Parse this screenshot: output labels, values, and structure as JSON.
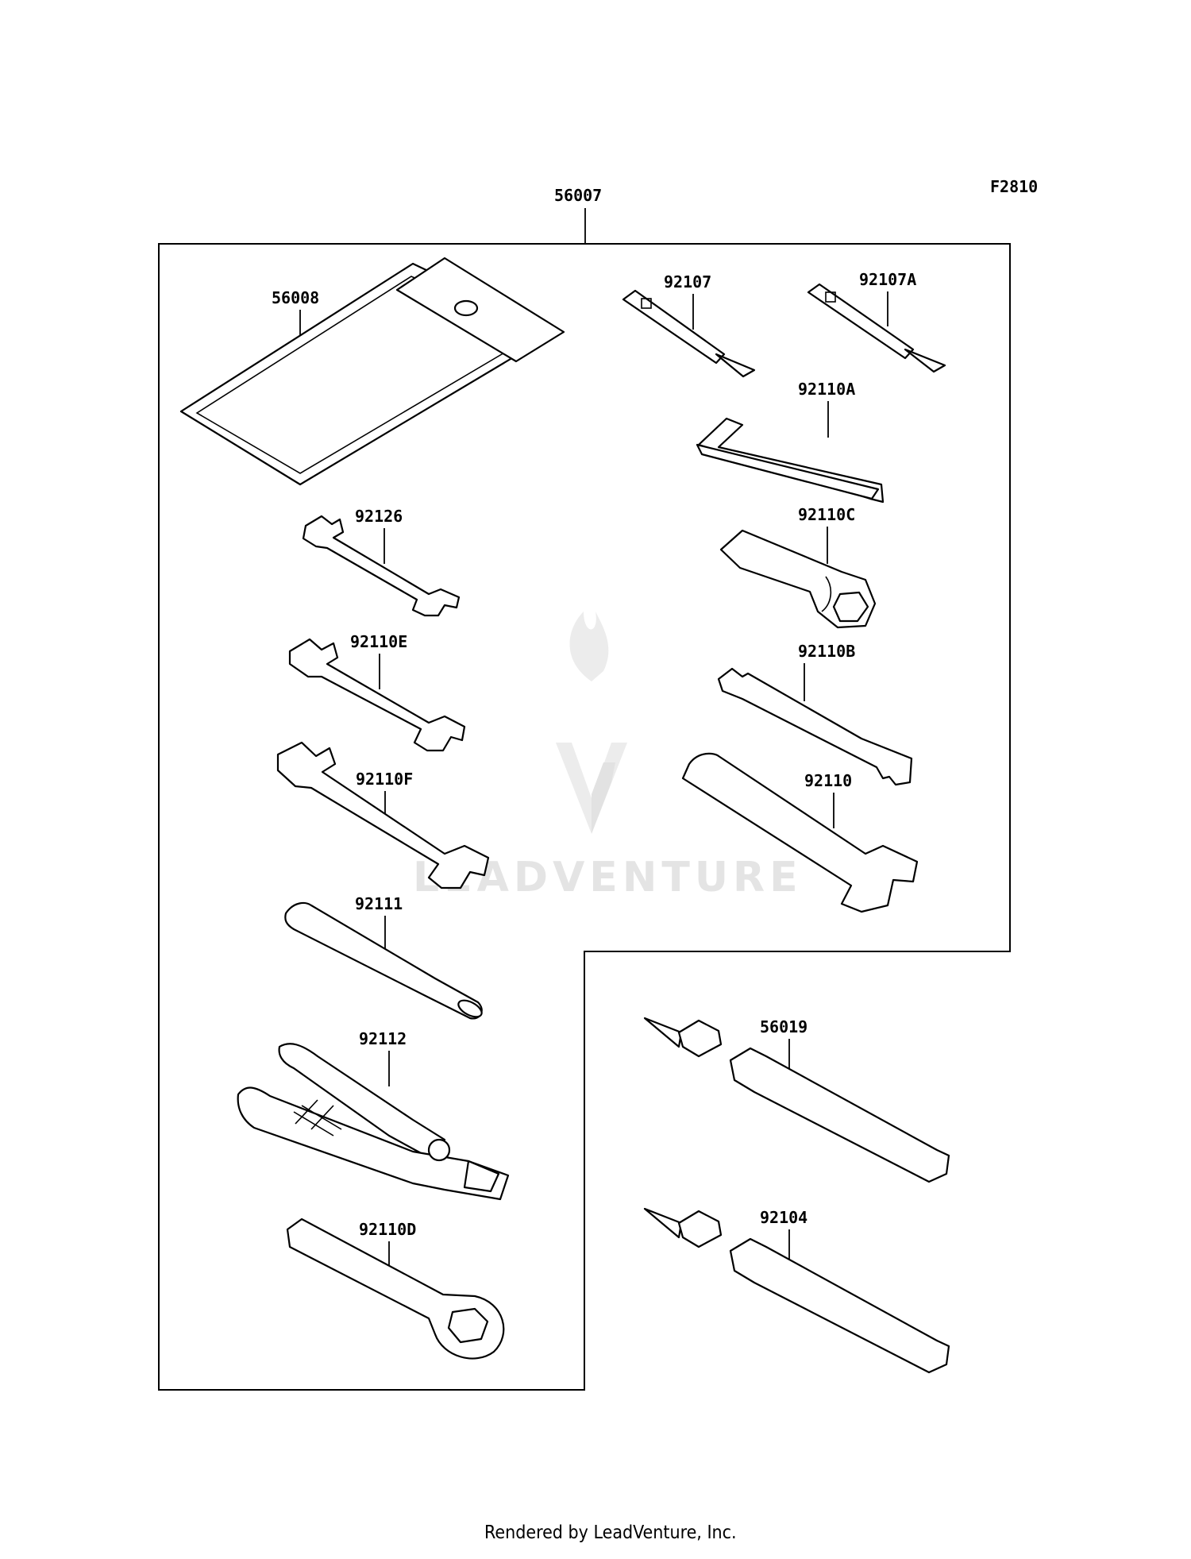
{
  "figure_code": "F2810",
  "assembly": {
    "part_number": "56007"
  },
  "parts": [
    {
      "part_number": "56008",
      "item": "tool-bag"
    },
    {
      "part_number": "92107",
      "item": "screwdriver-bit"
    },
    {
      "part_number": "92107A",
      "item": "screwdriver-bit"
    },
    {
      "part_number": "92110A",
      "item": "hex-key"
    },
    {
      "part_number": "92126",
      "item": "open-end-wrench"
    },
    {
      "part_number": "92110C",
      "item": "socket-wrench"
    },
    {
      "part_number": "92110E",
      "item": "open-end-wrench"
    },
    {
      "part_number": "92110B",
      "item": "spanner"
    },
    {
      "part_number": "92110F",
      "item": "open-end-wrench"
    },
    {
      "part_number": "92110",
      "item": "open-end-wrench"
    },
    {
      "part_number": "92111",
      "item": "screwdriver-handle"
    },
    {
      "part_number": "92112",
      "item": "pliers"
    },
    {
      "part_number": "92110D",
      "item": "box-end-wrench"
    },
    {
      "part_number": "56019",
      "item": "grease-tube"
    },
    {
      "part_number": "92104",
      "item": "grease-tube"
    }
  ],
  "watermark": "LEADVENTURE",
  "footer": "Rendered by LeadVenture, Inc."
}
